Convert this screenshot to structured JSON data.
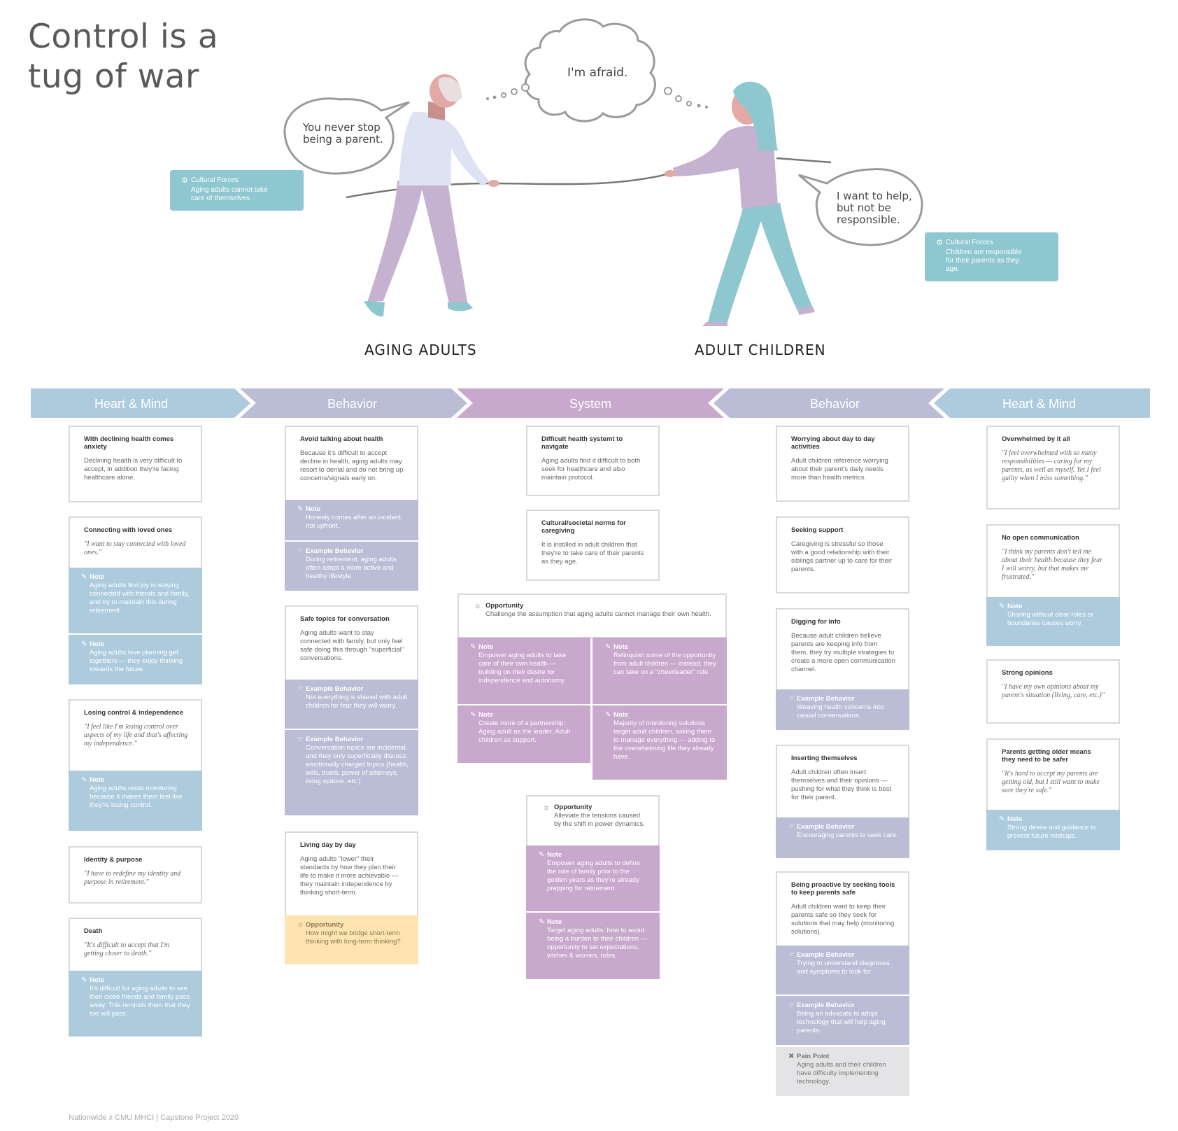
{
  "title": {
    "line1": "Control is a",
    "line2": "tug of war"
  },
  "bubbles": {
    "left": {
      "line1": "You never stop",
      "line2": "being a parent."
    },
    "thought": "I'm afraid.",
    "right": {
      "line1": "I want to help,",
      "line2": "but not be",
      "line3": "responsible."
    }
  },
  "cultural_forces": {
    "left": {
      "title": "Cultural Forces",
      "line1": "Aging adults cannot take",
      "line2": "care of themselves."
    },
    "right": {
      "title": "Cultural Forces",
      "line1": "Children are responsible",
      "line2": "for their parents as they",
      "line3": "age."
    }
  },
  "roles": {
    "left": "AGING ADULTS",
    "right": "ADULT CHILDREN"
  },
  "colors": {
    "blue": "#aecbde",
    "lavender": "#bbbdd6",
    "purple": "#c9a8cd",
    "yellow": "#fde4b0",
    "teal": "#8ec7cf",
    "figure_purple": "#c5b2d0"
  },
  "banner": {
    "s1": "Heart & Mind",
    "s2": "Behavior",
    "s3": "System",
    "s4": "Behavior",
    "s5": "Heart & Mind"
  },
  "col1": {
    "c1": {
      "title": "With declining health comes anxiety",
      "body": "Declining health is very difficult to accept, in addition they're facing healthcare alone."
    },
    "c2": {
      "title": "Connecting with loved ones",
      "body": "\"I want to stay connected with loved ones.\"",
      "n1_label": "Note",
      "n1": "Aging adults find joy in staying connected with friends and family, and try to maintain this during retirement.",
      "n2_label": "Note",
      "n2": "Aging adults love planning get togethers — they enjoy thinking towards the future."
    },
    "c3": {
      "title": "Losing control & independence",
      "body": "\"I feel like I'm losing control over aspects of my life and that's affecting my independence.\"",
      "n1_label": "Note",
      "n1": "Aging adults resist monitoring because it makes them feel like they're losing control."
    },
    "c4": {
      "title": "Identity & purpose",
      "body": "\"I have to redefine my identity and purpose in retirement.\""
    },
    "c5": {
      "title": "Death",
      "body": "\"It's difficult to accept that I'm getting closer to death.\"",
      "n1_label": "Note",
      "n1": "It's difficult for aging adults to see their close friends and family pass away. This reminds them that they too will pass."
    }
  },
  "col2": {
    "c1": {
      "title": "Avoid talking about health",
      "body": "Because it's difficult to accept decline in health, aging adults may resort to denial and do not bring up concerns/signals early on.",
      "n1_label": "Note",
      "n1": "Honesty comes after an incident, not upfront.",
      "n2_label": "Example Behavior",
      "n2": "During retirement, aging adults often adopt a more active and healthy lifestyle."
    },
    "c2": {
      "title": "Safe topics for conversation",
      "body": "Aging adults want to stay connected with family, but only feel safe doing this through \"superficial\" conversations.",
      "n1_label": "Example Behavior",
      "n1": "Not everything is shared with adult children for fear they will worry.",
      "n2_label": "Example Behavior",
      "n2": "Conversation topics are incidental, and they only superficially discuss emotionally charged topics (health, wills, trusts, power of attorneys, living options, etc.)"
    },
    "c3": {
      "title": "Living day by day",
      "body": "Aging adults \"lower\" their standards by how they plan their life to make it more achievable — they maintain independence by thinking short-term.",
      "n1_label": "Opportunity",
      "n1": "How might we bridge short-term thinking with long-term thinking?"
    }
  },
  "col3": {
    "c1": {
      "title": "Difficult health systemt to navigate",
      "body": "Aging adults find it difficult to both seek for healthcare and also maintain protocol."
    },
    "c2": {
      "title": "Cultural/societal norms for caregiving",
      "body": "It is instilled in adult children that they're to take care of their parents as they age."
    },
    "opp1": {
      "label": "Opportunity",
      "body": "Challenge the assumption that aging adults cannot manage their own health.",
      "n1_label": "Note",
      "n1": "Empower aging adults to take care of their own health — building on their desire for independence and autonomy.",
      "n2_label": "Note",
      "n2": "Relinquish some of the opportunity from adult children — instead, they can take on a \"cheerleader\" role.",
      "n3_label": "Note",
      "n3": "Create more of a partnership: Aging adult as the leader, Adult children as support.",
      "n4_label": "Note",
      "n4": "Majority of monitoring solutions target adult children, asking them to manage everything — adding to the overwhelming life they already have."
    },
    "opp2": {
      "label": "Opportunity",
      "body": "Alleviate the tensions caused by the shift in power dynamics.",
      "n1_label": "Note",
      "n1": "Empower aging adults to define the role of family prior to the golden years as they're already prepping for retirement.",
      "n2_label": "Note",
      "n2": "Target aging adults: how to avoid being a burden to their children — opportunity to set expectations, wishes & worries, roles."
    }
  },
  "col4": {
    "c1": {
      "title": "Worrying about day to day activities",
      "body": "Adult children reference worrying about their parent's daily needs more than health metrics."
    },
    "c2": {
      "title": "Seeking support",
      "body": "Caregiving is stressful so those with a good relationship with their siblings partner up to care for their parents."
    },
    "c3": {
      "title": "Digging for info",
      "body": "Because adult children believe parents are keeping info from them, they try multiple strategies to create a more open communication channel.",
      "n1_label": "Example Behavior",
      "n1": "Weaving health concerns into casual conversations."
    },
    "c4": {
      "title": "Inserting themselves",
      "body": "Adult children often insert themselves and their opinions — pushing for what they think is best for their parent.",
      "n1_label": "Example Behavior",
      "n1": "Encouraging parents to seek care."
    },
    "c5": {
      "title": "Being proactive by seeking tools to keep parents safe",
      "body": "Adult children want to keep their parents safe so they seek for solutions that may help (monitoring solutions).",
      "n1_label": "Example Behavior",
      "n1": "Trying to understand diagnoses and symptoms to look for.",
      "n2_label": "Example Behavior",
      "n2": "Being an advocate to adopt technology that will help aging parents.",
      "n3_label": "Pain Point",
      "n3": "Aging adults and their children have difficulty implementing technology."
    }
  },
  "col5": {
    "c1": {
      "title": "Overwhelmed by it all",
      "body": "\"I feel overwhelmed with so many responsibilities — caring for my parents, as well as myself. Yet I feel guilty when I miss something.\""
    },
    "c2": {
      "title": "No open communication",
      "body": "\"I think my parents don't tell me about their health because they fear I will worry, but that makes me frustrated.\"",
      "n1_label": "Note",
      "n1": "Sharing without clear roles or boundaries causes worry."
    },
    "c3": {
      "title": "Strong opinions",
      "body": "\"I have my own opinions about my parent's situation (living, care, etc.)\""
    },
    "c4": {
      "title": "Parents getting older means they need to be safer",
      "body": "\"It's hard to accept my parents are getting old, but I still want to make sure they're safe.\"",
      "n1_label": "Note",
      "n1": "Strong desire and guidance to prevent future mishaps."
    }
  },
  "footer": "Nationwide x CMU MHCI | Capstone Project 2020"
}
